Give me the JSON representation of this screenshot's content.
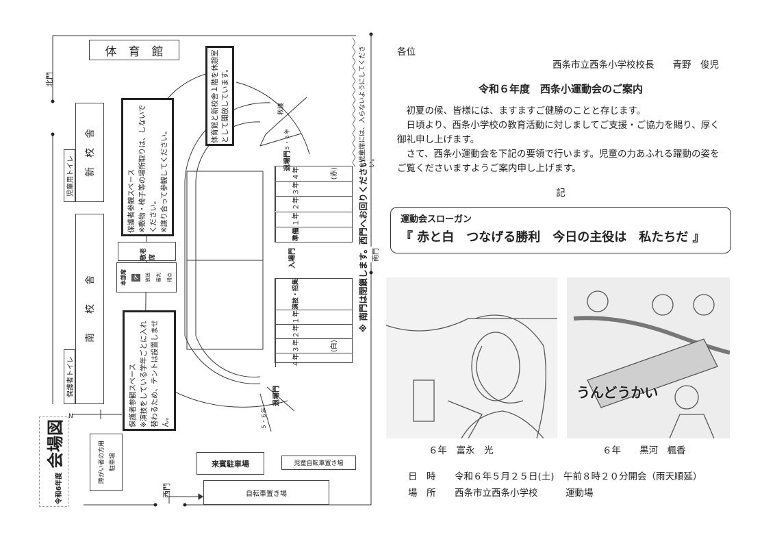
{
  "map": {
    "title_small": "令和6年度",
    "title": "会場図",
    "gym": "体　育　館",
    "new_building": "新　校　舎",
    "kids_toilet": "児童用トイレ",
    "south_building": "南　　校　　舎",
    "parent_toilet": "保護者トイレ",
    "north_gate": "北門",
    "west_gate": "西門",
    "south_gate": "南門",
    "north_arrow": "N",
    "gym_notice": "体育館と新校舎１階を休憩室として開放しています。",
    "parent_area_top": {
      "title": "保護者参観スペース",
      "notes": [
        "※敷物・椅子等の場所取りは、しないでください。",
        "※譲り合って参観してください。"
      ]
    },
    "parent_area_bottom": {
      "title": "保護者参観スペース",
      "notes": [
        "※演技をしている学年ごとに入れ替わるため、テントは設置しません。"
      ]
    },
    "elder_seats": "敬老席",
    "hq": {
      "title": "本部席",
      "sub": [
        "放送",
        "審判",
        "得点"
      ]
    },
    "first_aid": "救護",
    "grade56": "５・６年",
    "exit_gate": "退場門",
    "entry_gate": "入場門",
    "red_team": "(赤)",
    "white_team": "(白)",
    "upper_rows": [
      "４年",
      "３年",
      "２年",
      "１年",
      "準備"
    ],
    "lower_rows": [
      "演技・招集",
      "１年",
      "２年",
      "３年",
      "４年"
    ],
    "disabled_parking": [
      "障がい者の方用",
      "駐車場"
    ],
    "guest_parking": "来賓駐車場",
    "kids_bike": "児童自転車置き場",
    "bike_parking": "自転車置き場",
    "south_gate_notice": "※ 南門は閉鎖します。西門へお回りください",
    "kids_seat_notice": "※児童席には、入らないようにしてください。"
  },
  "letter": {
    "addressee": "各位",
    "sender": "西条市立西条小学校校長　　青野　俊児",
    "title": "令和６年度　西条小運動会のご案内",
    "paragraphs": [
      "　初夏の候、皆様には、ますますご健勝のことと存じます。",
      "　日頃より、西条小学校の教育活動に対しましてご支援・ご協力を賜り、厚く御礼申し上げます。",
      "　さて、西条小運動会を下記の要領で行います。児童の力あふれる躍動の姿をご覧くださいますようご案内申し上げます。"
    ],
    "ki": "記",
    "slogan_label": "運動会スローガン",
    "slogan": "『 赤と白　つなげる勝利　今日の主役は　私たちだ 』",
    "art": [
      {
        "caption": "６年　富永　光"
      },
      {
        "caption": "６年　　黒河　楓香",
        "lettering": "うんどうかい"
      }
    ],
    "details": [
      {
        "label": "日　時",
        "value": "令和６年５月２５日(土)　午前８時２０分開会（雨天順延）"
      },
      {
        "label": "場　所",
        "value": "西条市立西条小学校　　　運動場"
      }
    ]
  }
}
